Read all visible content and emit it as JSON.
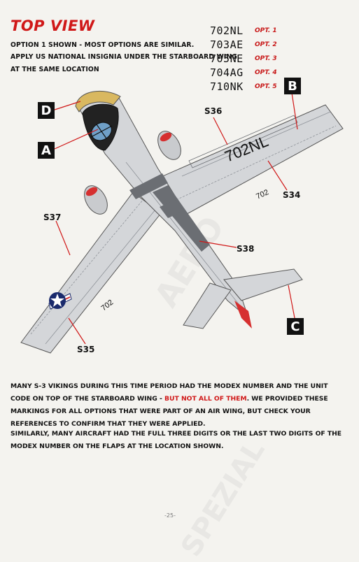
{
  "title": "TOP VIEW",
  "header_lines": [
    "OPTION 1 SHOWN - MOST OPTIONS ARE SIMILAR.",
    "APPLY US NATIONAL INSIGNIA UNDER THE STARBOARD WING",
    "AT THE SAME LOCATION"
  ],
  "options": [
    {
      "code": "702NL",
      "label": "OPT. 1"
    },
    {
      "code": "703AE",
      "label": "OPT. 2"
    },
    {
      "code": "705NE",
      "label": "OPT. 3"
    },
    {
      "code": "704AG",
      "label": "OPT. 4"
    },
    {
      "code": "710NK",
      "label": "OPT. 5"
    }
  ],
  "callouts": {
    "s34": "S34",
    "s35": "S35",
    "s36": "S36",
    "s37": "S37",
    "s38": "S38",
    "a": "A",
    "b": "B",
    "c": "C",
    "d": "D"
  },
  "aircraft": {
    "wing_modex": "702NL",
    "flap_modex": "702",
    "flap_modex_small": "702",
    "colors": {
      "airframe": "#d4d6d9",
      "panel_line": "#8e9298",
      "walkway": "#6b6e73",
      "radome": "#d9b860",
      "intake_red": "#d63030",
      "insignia_blue": "#1a2a6c"
    }
  },
  "paragraph1": {
    "before": "MANY S-3 VIKINGS DURING THIS TIME PERIOD HAD THE MODEX NUMBER AND THE UNIT CODE ON TOP OF THE STARBOARD WING - ",
    "highlight": "BUT NOT ALL OF THEM",
    "after": ". WE PROVIDED THESE MARKINGS FOR ALL OPTIONS THAT WERE PART OF AN AIR WING, BUT CHECK YOUR REFERENCES TO CONFIRM THAT THEY WERE APPLIED."
  },
  "paragraph2": "SIMILARLY, MANY AIRCRAFT HAD THE FULL THREE DIGITS OR THE LAST TWO DIGITS OF THE MODEX NUMBER ON THE FLAPS AT THE LOCATION SHOWN.",
  "page_number": "-25-"
}
